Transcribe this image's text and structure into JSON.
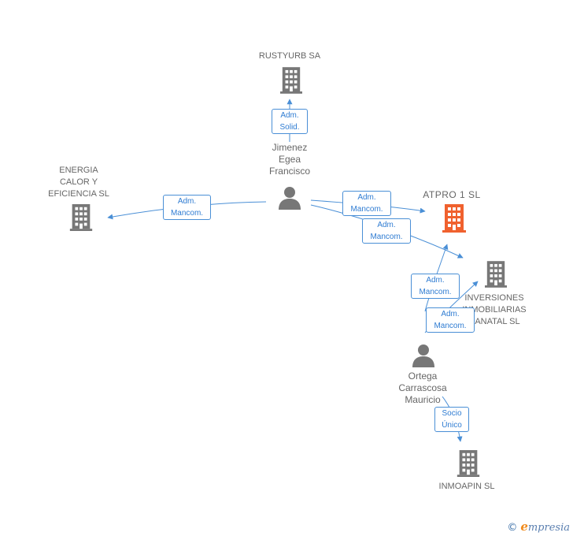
{
  "nodes": {
    "rustyurb": {
      "name": "RUSTYURB SA",
      "color": "#777777"
    },
    "energia": {
      "name_lines": [
        "ENERGIA",
        "CALOR Y",
        "EFICIENCIA SL"
      ],
      "color": "#777777"
    },
    "atpro": {
      "name": "ATPRO 1 SL",
      "color": "#f0612e"
    },
    "inversiones": {
      "name_lines": [
        "INVERSIONES",
        "INMOBILIARIAS",
        "CANATAL SL"
      ],
      "color": "#777777"
    },
    "inmoapin": {
      "name": "INMOAPIN SL",
      "color": "#777777"
    },
    "jimenez": {
      "name_lines": [
        "Jimenez",
        "Egea",
        "Francisco"
      ]
    },
    "ortega": {
      "name_lines": [
        "Ortega",
        "Carrascosa",
        "Mauricio"
      ]
    }
  },
  "relations": {
    "solid": [
      "Adm.",
      "Solid."
    ],
    "mancom_energia": [
      "Adm.",
      "Mancom."
    ],
    "mancom_atpro": [
      "Adm.",
      "Mancom."
    ],
    "mancom_inversiones": [
      "Adm.",
      "Mancom."
    ],
    "ortega_atpro": [
      "Adm.",
      "Mancom."
    ],
    "ortega_inversiones": [
      "Adm.",
      "Mancom."
    ],
    "socio": [
      "Socio",
      "Único"
    ]
  },
  "colors": {
    "edge": "#4a8fd6",
    "building": "#777777",
    "highlight": "#f0612e",
    "person": "#777777"
  },
  "footer": {
    "copyright": "©",
    "brand_first": "e",
    "brand_rest": "mpresia"
  }
}
